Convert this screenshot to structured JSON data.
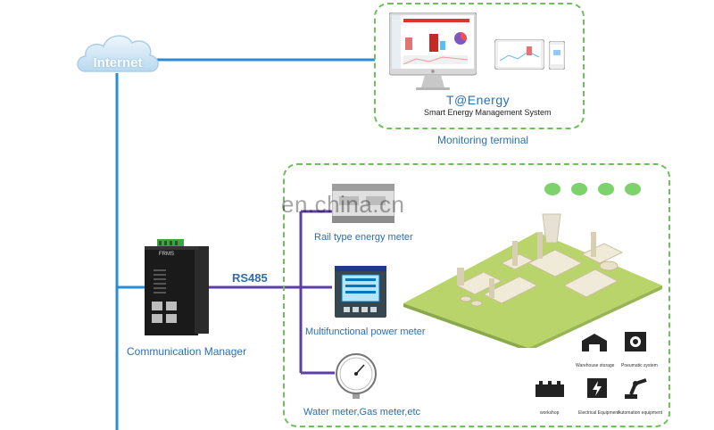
{
  "internet": {
    "label": "Internet"
  },
  "monitoring": {
    "app_title": "T@Energy",
    "app_subtitle": "Smart Energy Management System",
    "caption": "Monitoring terminal"
  },
  "link": {
    "label": "RS485"
  },
  "comm_manager": {
    "label": "Communication Manager",
    "brand": "FRMS"
  },
  "watermark": "en.china.cn",
  "devices": [
    {
      "label": "Rail type energy meter"
    },
    {
      "label": "Multifunctional power meter"
    },
    {
      "label": "Water meter,Gas meter,etc"
    }
  ],
  "factory_icons": [
    {
      "label": "Warehouse storage"
    },
    {
      "label": "Pneumatic system"
    },
    {
      "label": "workshop"
    },
    {
      "label": "Electrical Equipment"
    },
    {
      "label": "Automation equipment"
    }
  ],
  "colors": {
    "link_blue": "#2c8bd6",
    "bus_purple": "#5b3fa6",
    "dash_green": "#6fbf5a",
    "label_blue": "#2c6fb0"
  }
}
